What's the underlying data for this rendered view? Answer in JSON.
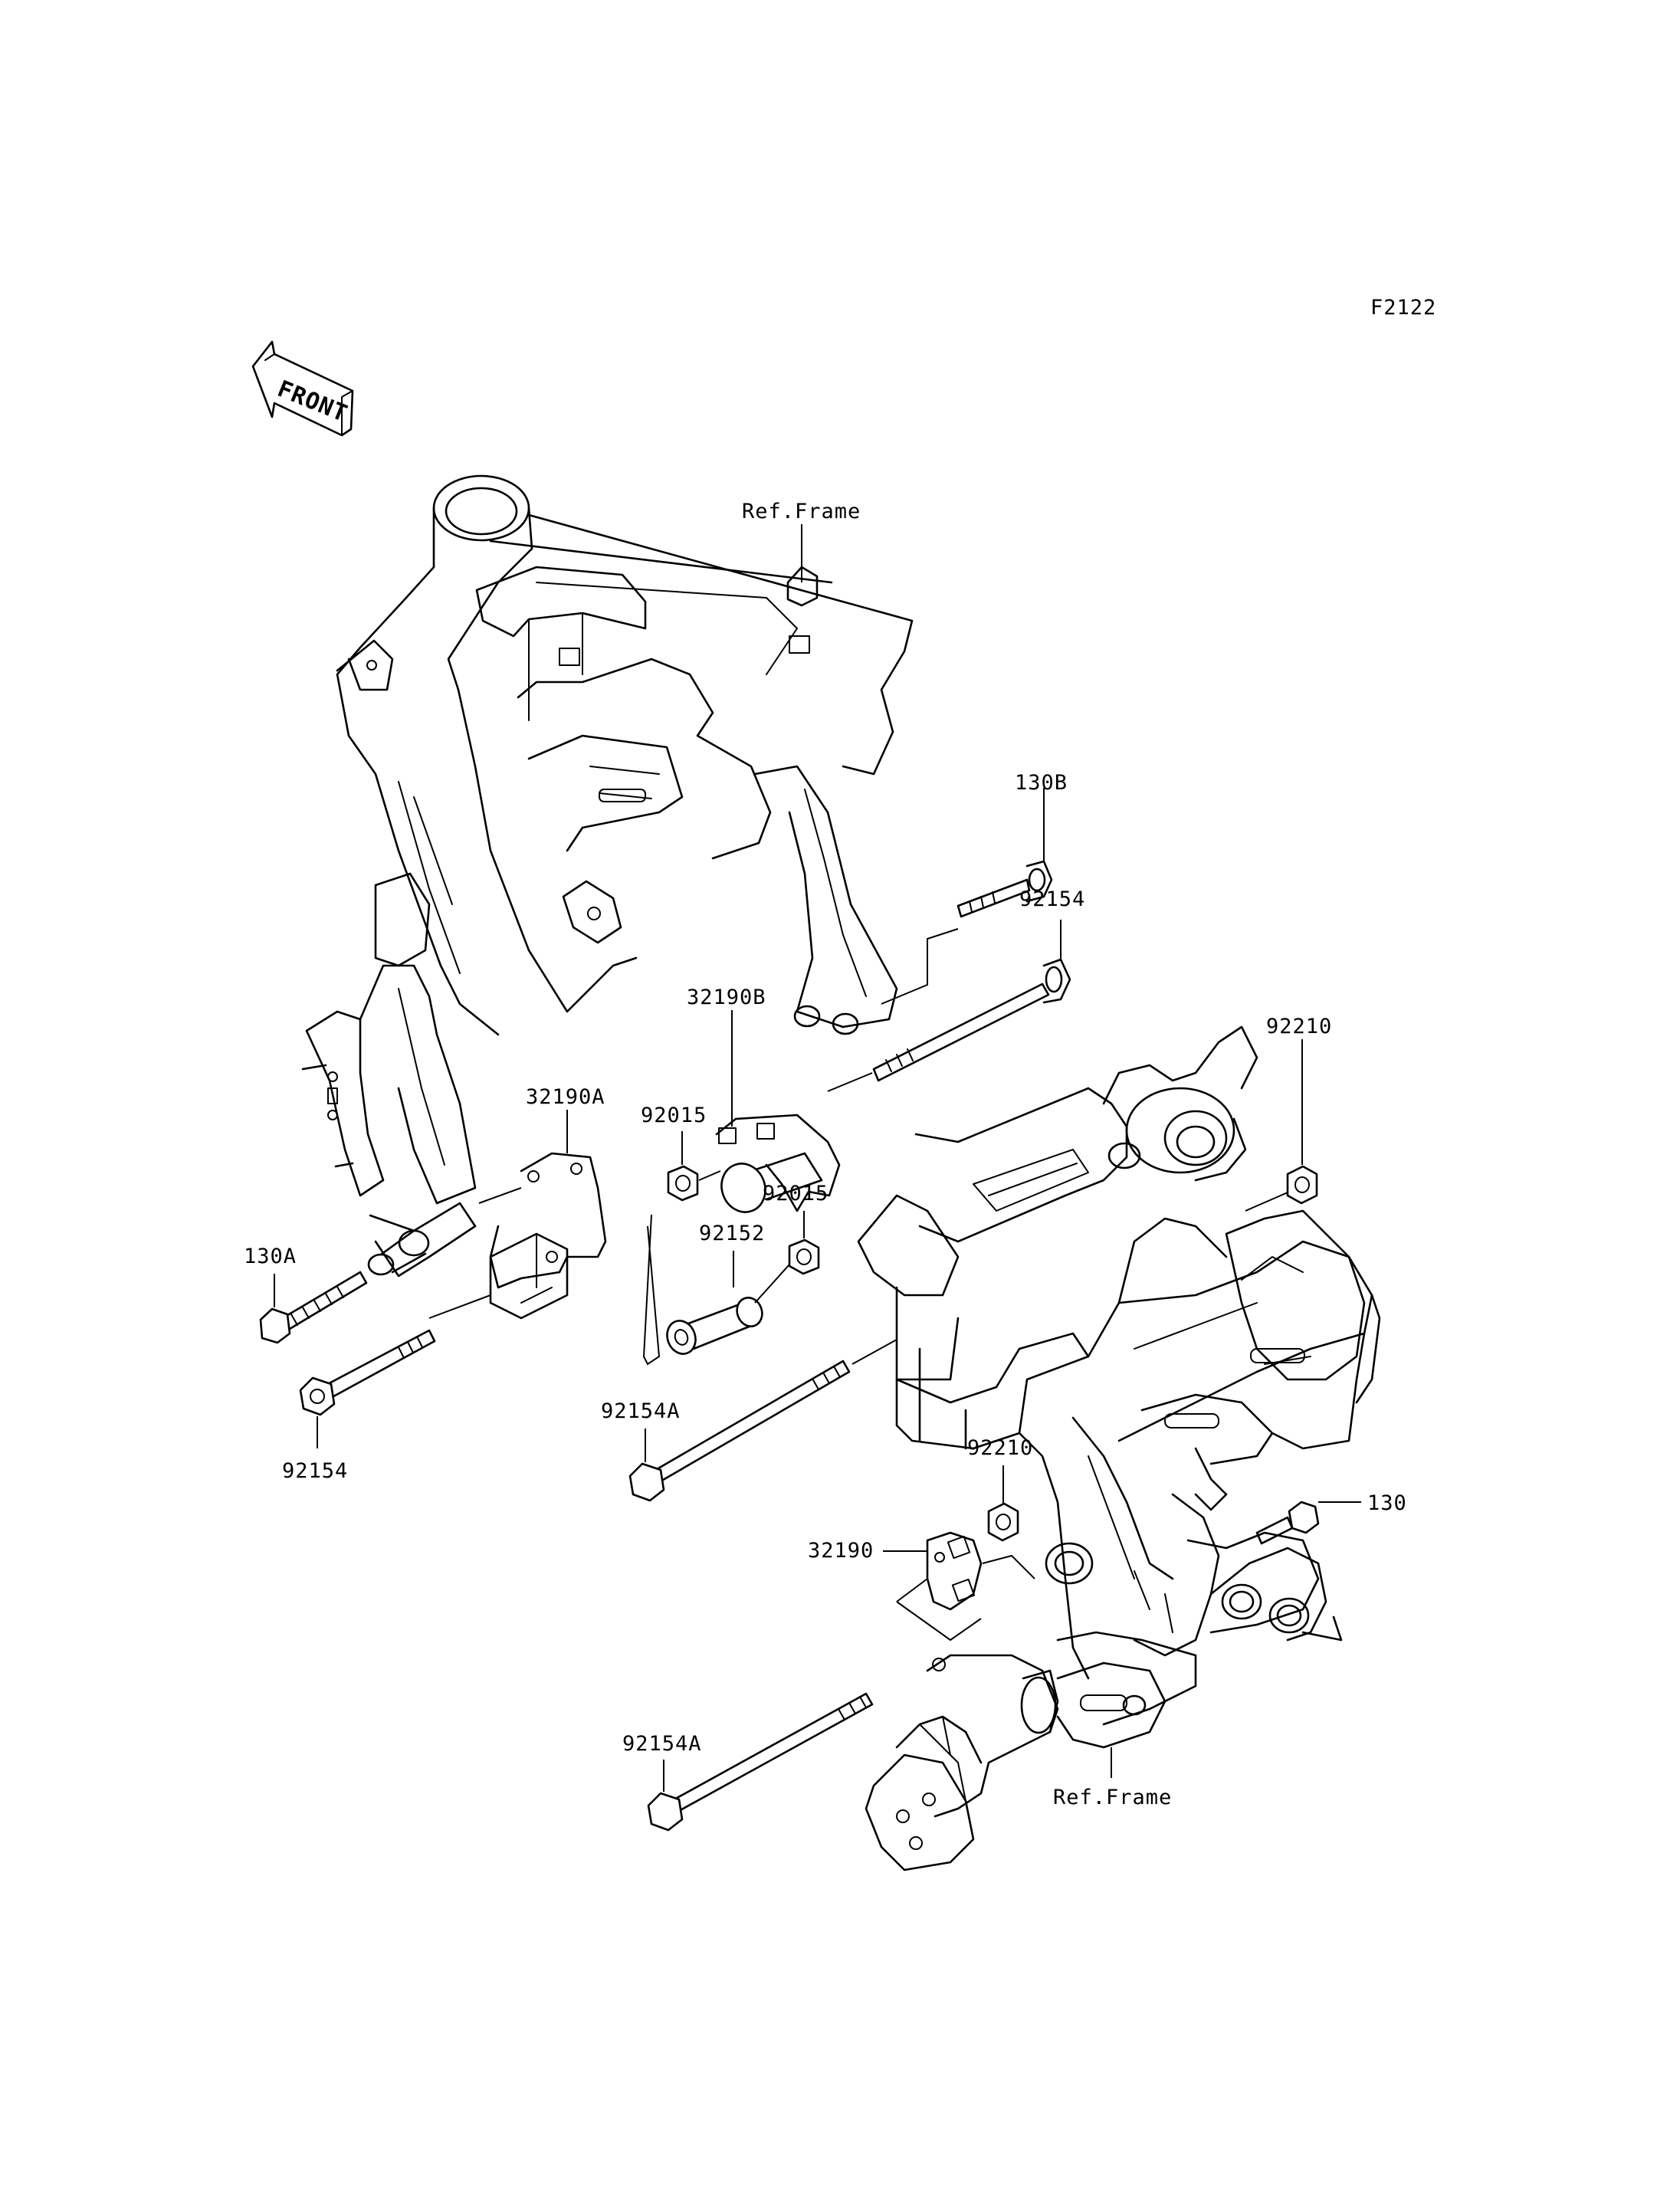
{
  "diagram": {
    "figure_code": "F2122",
    "front_label": "FRONT",
    "callouts": [
      {
        "id": "ref-frame-top",
        "text": "Ref.Frame"
      },
      {
        "id": "130b",
        "text": "130B"
      },
      {
        "id": "92154-top",
        "text": "92154"
      },
      {
        "id": "32190b",
        "text": "32190B"
      },
      {
        "id": "92210-right",
        "text": "92210"
      },
      {
        "id": "32190a",
        "text": "32190A"
      },
      {
        "id": "92015-left",
        "text": "92015"
      },
      {
        "id": "92015-right",
        "text": "92015"
      },
      {
        "id": "92152",
        "text": "92152"
      },
      {
        "id": "130a",
        "text": "130A"
      },
      {
        "id": "92154a-mid",
        "text": "92154A"
      },
      {
        "id": "92154-left",
        "text": "92154"
      },
      {
        "id": "92210-mid",
        "text": "92210"
      },
      {
        "id": "130",
        "text": "130"
      },
      {
        "id": "32190",
        "text": "32190"
      },
      {
        "id": "92154a-bottom",
        "text": "92154A"
      },
      {
        "id": "ref-frame-bottom",
        "text": "Ref.Frame"
      }
    ]
  }
}
